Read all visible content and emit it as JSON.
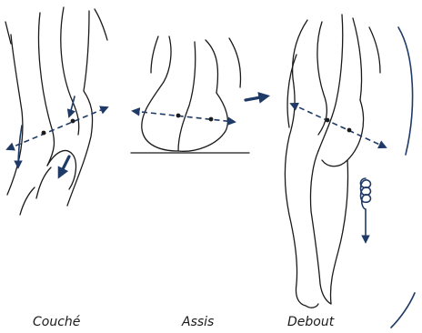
{
  "captions": {
    "lying": "Couché",
    "sitting": "Assis",
    "standing": "Debout"
  },
  "colors": {
    "outline": "#1a1a1a",
    "arrow": "#1f3a66"
  },
  "icons": {
    "pelvis_tilt_arrows": "dashed-double-arrow",
    "spine_pressure": "down-arrow",
    "coil": "spiral-arrow"
  }
}
